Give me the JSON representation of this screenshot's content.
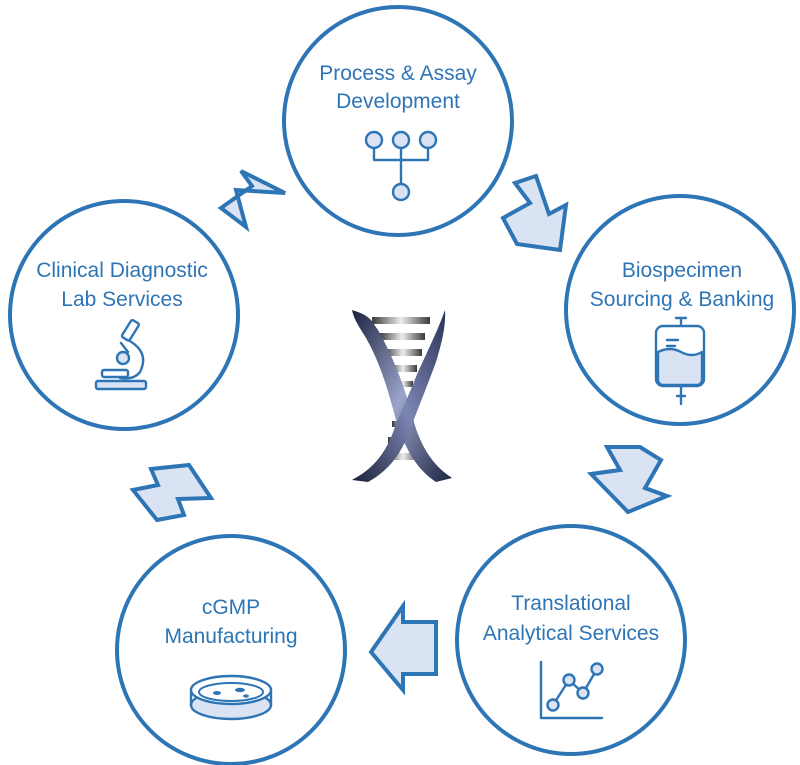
{
  "nodes": [
    {
      "id": "process",
      "line1": "Process & Assay",
      "line2": "Development",
      "icon": "network-hierarchy-icon"
    },
    {
      "id": "biospecimen",
      "line1": "Biospecimen",
      "line2": "Sourcing & Banking",
      "icon": "blood-bag-icon"
    },
    {
      "id": "translational",
      "line1": "Translational",
      "line2": "Analytical Services",
      "icon": "line-chart-icon"
    },
    {
      "id": "cgmp",
      "line1": "cGMP",
      "line2": "Manufacturing",
      "icon": "petri-dish-icon"
    },
    {
      "id": "clinical",
      "line1": "Clinical Diagnostic",
      "line2": "Lab Services",
      "icon": "microscope-icon"
    }
  ],
  "center_icon": "dna-helix-icon",
  "colors": {
    "primary": "#2e75b6",
    "fill_light": "#dae3f3",
    "dna_dark": "#1c2340",
    "dna_light": "#9aa3c9"
  }
}
